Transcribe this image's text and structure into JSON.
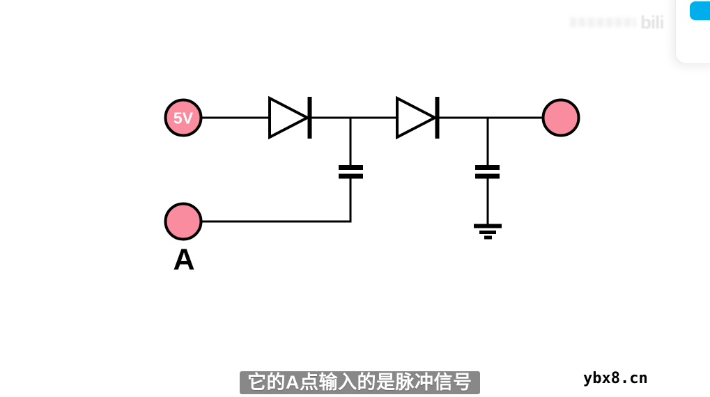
{
  "circuit": {
    "source_node_label": "5V",
    "input_node_label": "A",
    "components": {
      "diode_count": 2,
      "capacitor_count": 2,
      "has_ground": true,
      "description": "voltage doubler / charge pump: 5V source through diode, capacitor to pulse input A, second diode, capacitor to ground, output node"
    }
  },
  "subtitle": {
    "text": "它的A点输入的是脉冲信号"
  },
  "site_watermark": {
    "text": "ybx8.cn"
  },
  "bili_watermark": {
    "text": "bili"
  },
  "colors": {
    "node_pink": "#F98C9E",
    "stroke_black": "#000000",
    "bili_blue": "#00AEEC",
    "subtitle_bg": "#787878",
    "subtitle_text": "#FFFFFF",
    "background": "#FFFFFF"
  }
}
